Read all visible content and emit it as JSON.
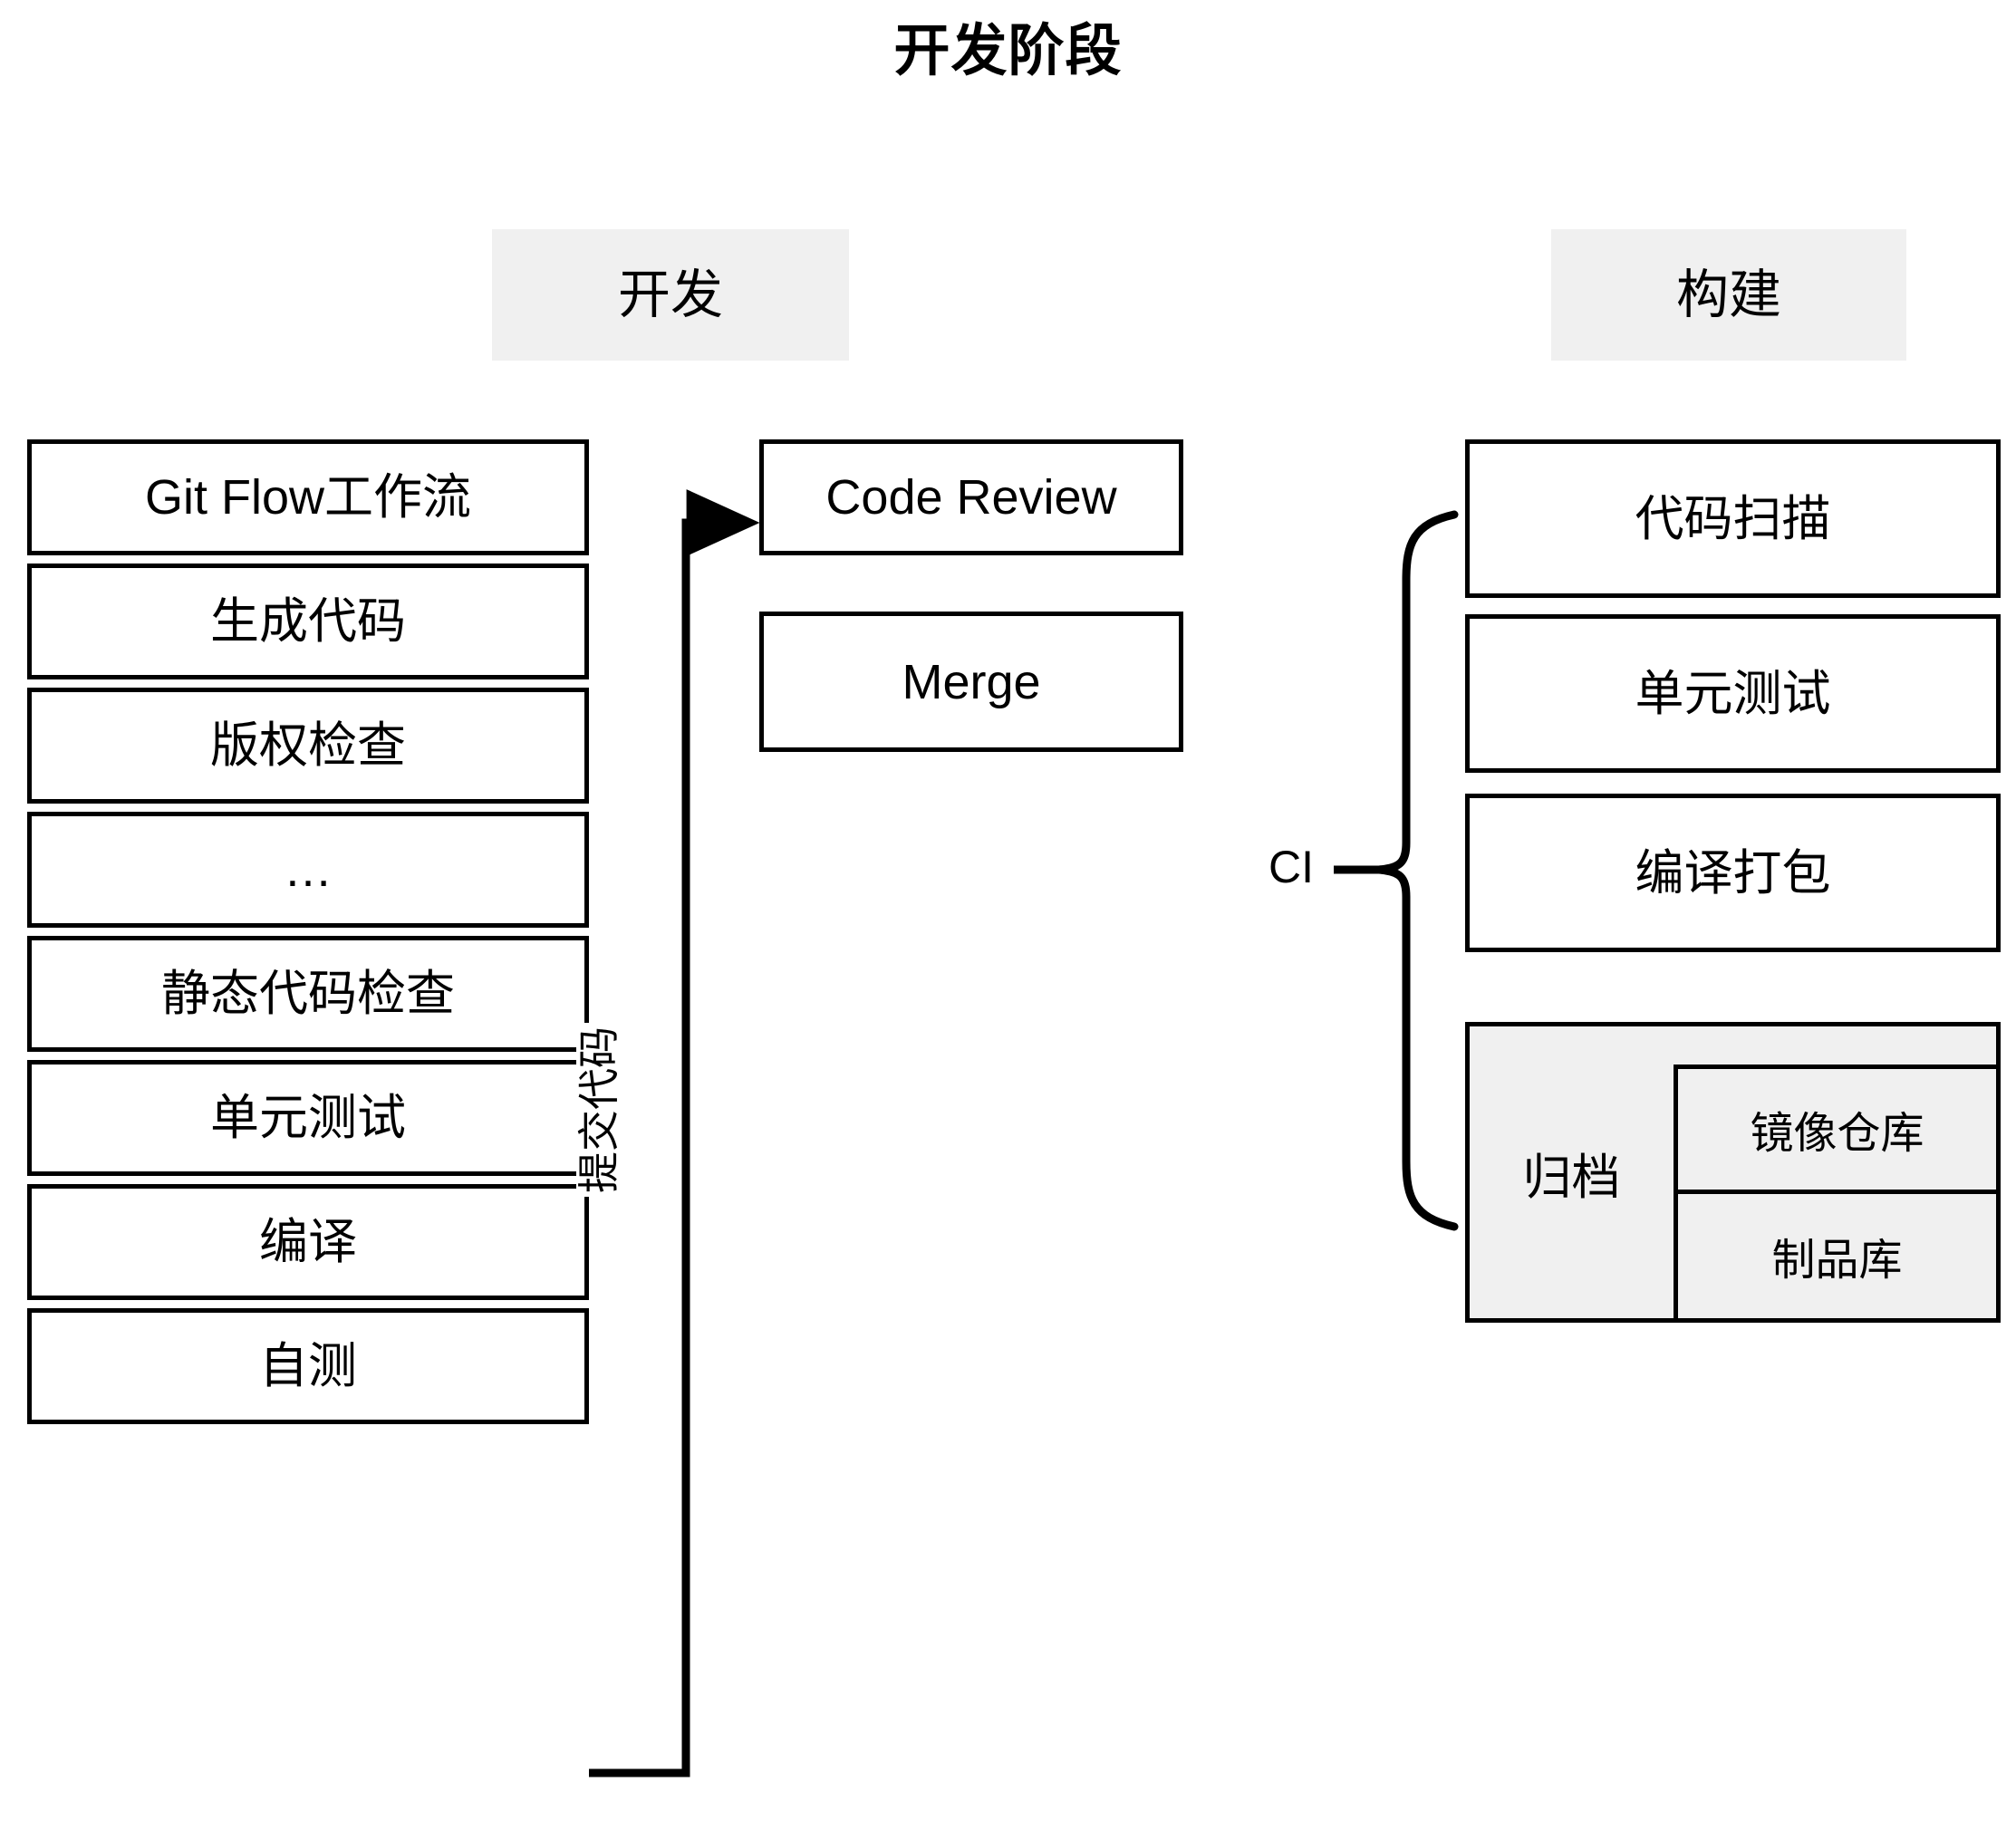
{
  "title": "开发阶段",
  "lanes": [
    {
      "id": "dev",
      "label": "开发"
    },
    {
      "id": "build",
      "label": "构建"
    }
  ],
  "dev_column": {
    "steps": [
      {
        "label": "Git Flow工作流"
      },
      {
        "label": "生成代码"
      },
      {
        "label": "版权检查"
      },
      {
        "label": "…"
      },
      {
        "label": "静态代码检查"
      },
      {
        "label": "单元测试"
      },
      {
        "label": "编译"
      },
      {
        "label": "自测"
      }
    ]
  },
  "review_column": {
    "steps": [
      {
        "label": "Code Review"
      },
      {
        "label": "Merge"
      }
    ]
  },
  "build_column": {
    "steps": [
      {
        "label": "代码扫描"
      },
      {
        "label": "单元测试"
      },
      {
        "label": "编译打包"
      }
    ],
    "archive": {
      "label": "归档",
      "sub_steps": [
        {
          "label": "镜像仓库"
        },
        {
          "label": "制品库"
        }
      ]
    },
    "brace_label": "CI"
  },
  "edges": [
    {
      "id": "commit-code",
      "label": "提交代码",
      "from": "自测",
      "to": "Code Review"
    }
  ],
  "colors": {
    "stroke": "#000000",
    "box_fill": "#ffffff",
    "shaded_fill": "#f0f0f0",
    "background": "#ffffff",
    "text": "#000000"
  }
}
